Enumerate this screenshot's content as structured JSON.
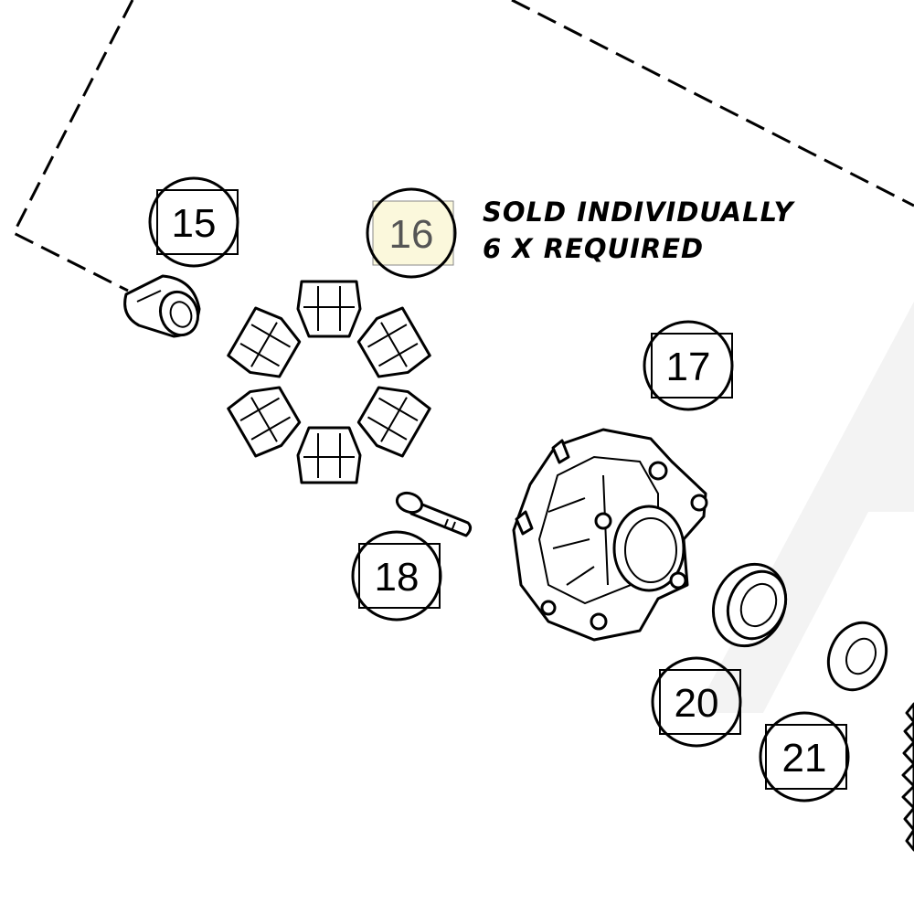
{
  "note": {
    "line1": "SOLD INDIVIDUALLY",
    "line2": "6 X REQUIRED"
  },
  "callouts": [
    {
      "id": "15",
      "label": "15",
      "highlighted": false
    },
    {
      "id": "16",
      "label": "16",
      "highlighted": true
    },
    {
      "id": "17",
      "label": "17",
      "highlighted": false
    },
    {
      "id": "18",
      "label": "18",
      "highlighted": false
    },
    {
      "id": "20",
      "label": "20",
      "highlighted": false
    },
    {
      "id": "21",
      "label": "21",
      "highlighted": false
    }
  ],
  "colors": {
    "line": "#000000",
    "highlight_fill": "#fbf8dc",
    "watermark": "#f2f2f2"
  }
}
